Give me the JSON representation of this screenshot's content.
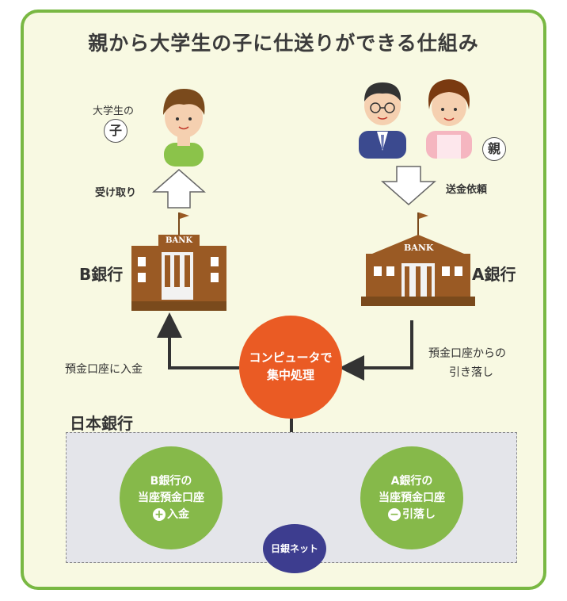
{
  "title": "親から大学生の子に仕送りができる仕組み",
  "child": {
    "label_top": "大学生の",
    "circle_label": "子"
  },
  "parent": {
    "circle_label": "親"
  },
  "arrows": {
    "receive": "受け取り",
    "send_request": "送金依頼"
  },
  "banks": {
    "b_bank": "B銀行",
    "a_bank": "A銀行",
    "bank_sign": "BANK"
  },
  "flows": {
    "deposit": "預金口座に入金",
    "withdraw_line1": "預金口座からの",
    "withdraw_line2": "引き落し"
  },
  "center": {
    "line1": "コンピュータで",
    "line2": "集中処理"
  },
  "boj": {
    "title": "日本銀行",
    "b_account": {
      "line1": "B銀行の",
      "line2": "当座預金口座",
      "line3": "入金",
      "sign": "+"
    },
    "a_account": {
      "line1": "A銀行の",
      "line2": "当座預金口座",
      "line3": "引落し",
      "sign": "−"
    },
    "network": "日銀ネット"
  },
  "colors": {
    "frame": "#79b843",
    "background": "#f8f9e2",
    "center_circle": "#ea5b24",
    "account_circles": "#86b94a",
    "network_circle": "#3d3d8f",
    "bank_building": "#9a5a24"
  }
}
